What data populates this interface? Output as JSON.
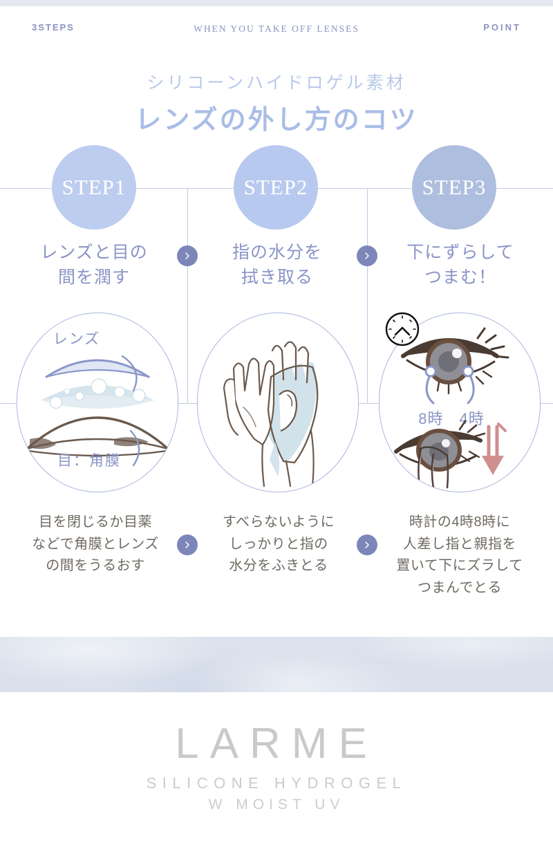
{
  "header": {
    "left_label": "3STEPS",
    "center_label": "WHEN YOU TAKE OFF LENSES",
    "right_label": "POINT"
  },
  "titles": {
    "subtitle": "シリコーンハイドロゲル素材",
    "main": "レンズの外し方のコツ"
  },
  "steps": [
    {
      "badge": "STEP1",
      "heading_line1": "レンズと目の",
      "heading_line2": "間を潤す",
      "illustration": "lens-on-cornea-diagram",
      "illustration_labels": {
        "top": "レンズ",
        "bottom": "目：角膜"
      },
      "caption_line1": "目を閉じるか目薬",
      "caption_line2": "などで角膜とレンズ",
      "caption_line3": "の間をうるおす",
      "caption_line4": ""
    },
    {
      "badge": "STEP2",
      "heading_line1": "指の水分を",
      "heading_line2": "拭き取る",
      "illustration": "hands-drying-with-towel",
      "illustration_labels": {
        "top": "",
        "bottom": ""
      },
      "caption_line1": "すべらないように",
      "caption_line2": "しっかりと指の",
      "caption_line3": "水分をふきとる",
      "caption_line4": ""
    },
    {
      "badge": "STEP3",
      "heading_line1": "下にずらして",
      "heading_line2": "つまむ！",
      "illustration": "eye-pinch-lens-diagram",
      "illustration_labels": {
        "clock_positions": "8時　4時",
        "top": "",
        "bottom": ""
      },
      "caption_line1": "時計の4時8時に",
      "caption_line2": "人差し指と親指を",
      "caption_line3": "置いて下にズラして",
      "caption_line4": "つまんでとる"
    }
  ],
  "arrow_chips": {
    "glyph": "chevron-right"
  },
  "footer": {
    "brand": "LARME",
    "brand_sub": "SILICONE HYDROGEL",
    "brand_sub2": "W MOIST UV"
  },
  "colors": {
    "accent_light": "#bdcdef",
    "accent_mid": "#a9bde6",
    "accent_dark": "#8a94c6",
    "chip": "#7c86b8",
    "line": "#c3cbe3",
    "caption_text": "#6f6a62",
    "brand_gray": "#c9c9c9",
    "band": "#dde3ee",
    "ink_brown": "#6b5a4d",
    "water_blue": "#cfe0ea",
    "arrow_pink": "#cf8f8f"
  }
}
